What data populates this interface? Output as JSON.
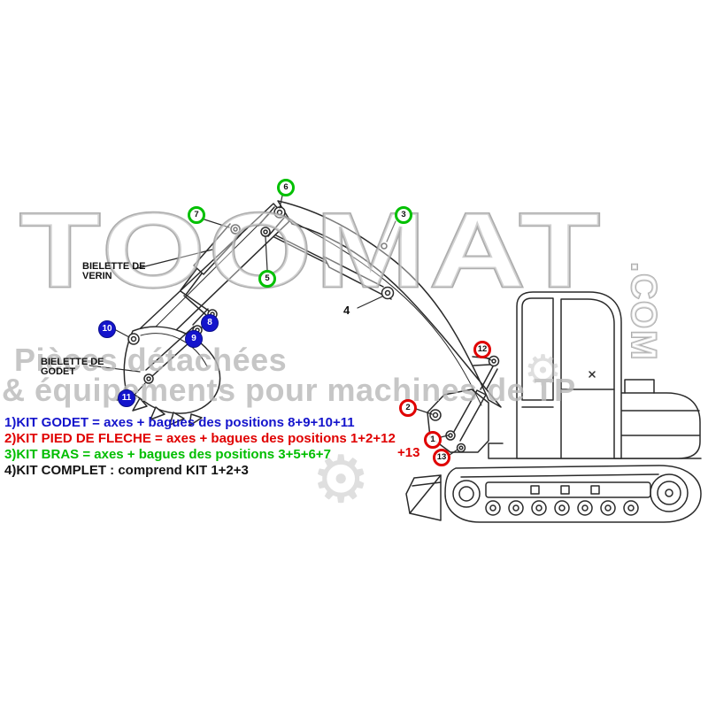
{
  "watermark": {
    "brand": "TOOMAT",
    "brand_suffix": ".COM",
    "tagline_line1": "Pièces détachées",
    "tagline_line2": "& équipements pour machines de TP",
    "gear_glyph": "⚙",
    "outline_color": "#9f9f9f"
  },
  "diagram": {
    "part_labels": {
      "verin_line1": "BIELETTE DE",
      "verin_line2": "VERIN",
      "godet_line1": "BIELETTE DE",
      "godet_line2": "GODET"
    },
    "position4": "4",
    "markers": {
      "m1": {
        "num": "1",
        "kit": "pied-de-fleche",
        "color": "#E00000"
      },
      "m2": {
        "num": "2",
        "kit": "pied-de-fleche",
        "color": "#E00000"
      },
      "m3": {
        "num": "3",
        "kit": "bras",
        "color": "#00C000"
      },
      "m5": {
        "num": "5",
        "kit": "bras",
        "color": "#00C000"
      },
      "m6": {
        "num": "6",
        "kit": "bras",
        "color": "#00C000"
      },
      "m7": {
        "num": "7",
        "kit": "bras",
        "color": "#00C000"
      },
      "m8": {
        "num": "8",
        "kit": "godet",
        "color": "#1414CC"
      },
      "m9": {
        "num": "9",
        "kit": "godet",
        "color": "#1414CC"
      },
      "m10": {
        "num": "10",
        "kit": "godet",
        "color": "#1414CC"
      },
      "m11": {
        "num": "11",
        "kit": "godet",
        "color": "#1414CC"
      },
      "m12": {
        "num": "12",
        "kit": "pied-de-fleche",
        "color": "#E00000"
      },
      "m13": {
        "num": "13",
        "kit": "pied-de-fleche",
        "color": "#E00000"
      }
    }
  },
  "legend": {
    "items": [
      {
        "text": "1)KIT GODET = axes + bagues des positions 8+9+10+11",
        "color": "#1414CC"
      },
      {
        "text": "2)KIT PIED DE FLECHE = axes + bagues des positions 1+2+12",
        "color": "#E00000"
      },
      {
        "text": "3)KIT BRAS = axes + bagues des positions 3+5+6+7",
        "color": "#00BE00"
      },
      {
        "text": "4)KIT COMPLET : comprend KIT 1+2+3",
        "color": "#141414"
      }
    ],
    "plus13": "+13"
  }
}
